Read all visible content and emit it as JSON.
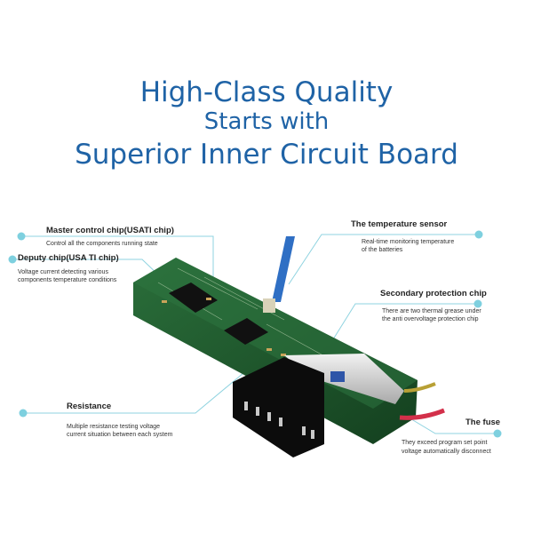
{
  "headline": {
    "line1": "High-Class Quality",
    "line2": "Starts with",
    "line3": "Superior Inner Circuit Board"
  },
  "callouts": [
    {
      "title": "Master control chip(USATI chip)",
      "desc": [
        "Control all the components running state"
      ]
    },
    {
      "title": "Deputy chip(USA TI chip)",
      "desc": [
        "Voltage current detecting various",
        "components temperature conditions"
      ]
    },
    {
      "title": "The temperature sensor",
      "desc": [
        "Real-time monitoring temperature",
        "of the batteries"
      ]
    },
    {
      "title": "Secondary protection chip",
      "desc": [
        "There are two thermal grease under",
        "the anti overvoltage protection chip"
      ]
    },
    {
      "title": "Resistance",
      "desc": [
        "Multiple resistance testing voltage",
        "current situation between each system"
      ]
    },
    {
      "title": "The fuse",
      "desc": [
        "They exceed program set point",
        "voltage automatically disconnect"
      ]
    }
  ],
  "colors": {
    "headline": "#1f63a6",
    "callout_line": "#8fd3e0",
    "dot": "#7ed0df",
    "pcb": "#1d5a2e"
  }
}
